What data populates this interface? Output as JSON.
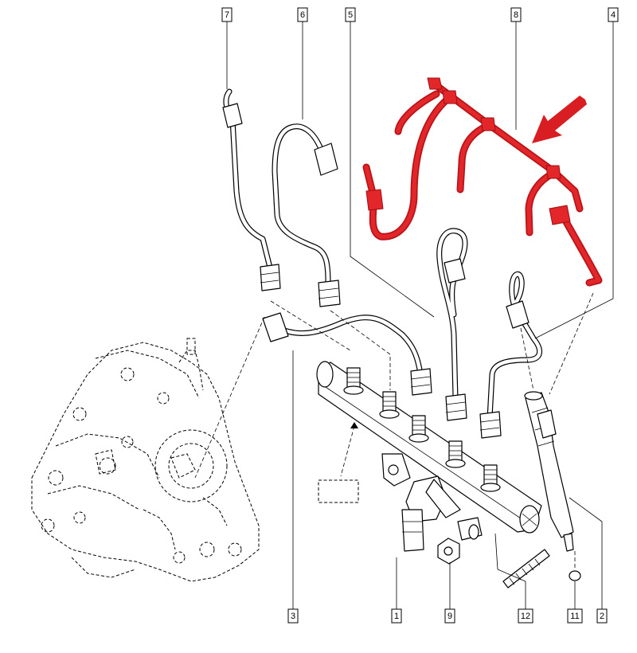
{
  "callouts": [
    "7",
    "6",
    "5",
    "8",
    "4",
    "3",
    "1",
    "9",
    "12",
    "11",
    "2"
  ],
  "colors": {
    "highlight": "#e3262a",
    "arrow": "#d81e22",
    "line": "#000000",
    "background": "#ffffff"
  },
  "icons": {
    "pointer": "red-arrow-icon"
  }
}
